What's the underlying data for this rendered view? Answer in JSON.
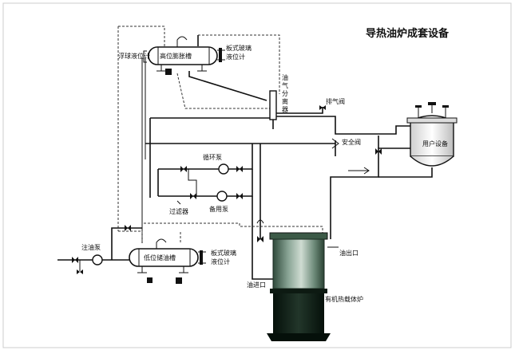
{
  "title": "导热油炉成套设备",
  "labels": {
    "float_gauge": "浮球液位计",
    "high_tank": "高位膨胀槽",
    "glass_gauge_top_1": "板式玻璃",
    "glass_gauge_top_2": "液位计",
    "separator": [
      "油",
      "气",
      "分",
      "离",
      "器"
    ],
    "exhaust_valve": "排气阀",
    "user_equipment": "用户设备",
    "safety_valve": "安全阀",
    "circ_pump": "循环泵",
    "filter": "过滤器",
    "standby_pump": "备用泵",
    "injection_pump": "注油泵",
    "low_tank": "低位储油槽",
    "glass_gauge_low_1": "板式玻璃",
    "glass_gauge_low_2": "液位计",
    "oil_outlet": "油出口",
    "oil_inlet": "油进口",
    "furnace": "有机热载体炉"
  },
  "colors": {
    "pipe": "#111111",
    "furnace_top": "#5f7d6d",
    "furnace_bottom": "#0d1a12",
    "background": "#ffffff"
  }
}
